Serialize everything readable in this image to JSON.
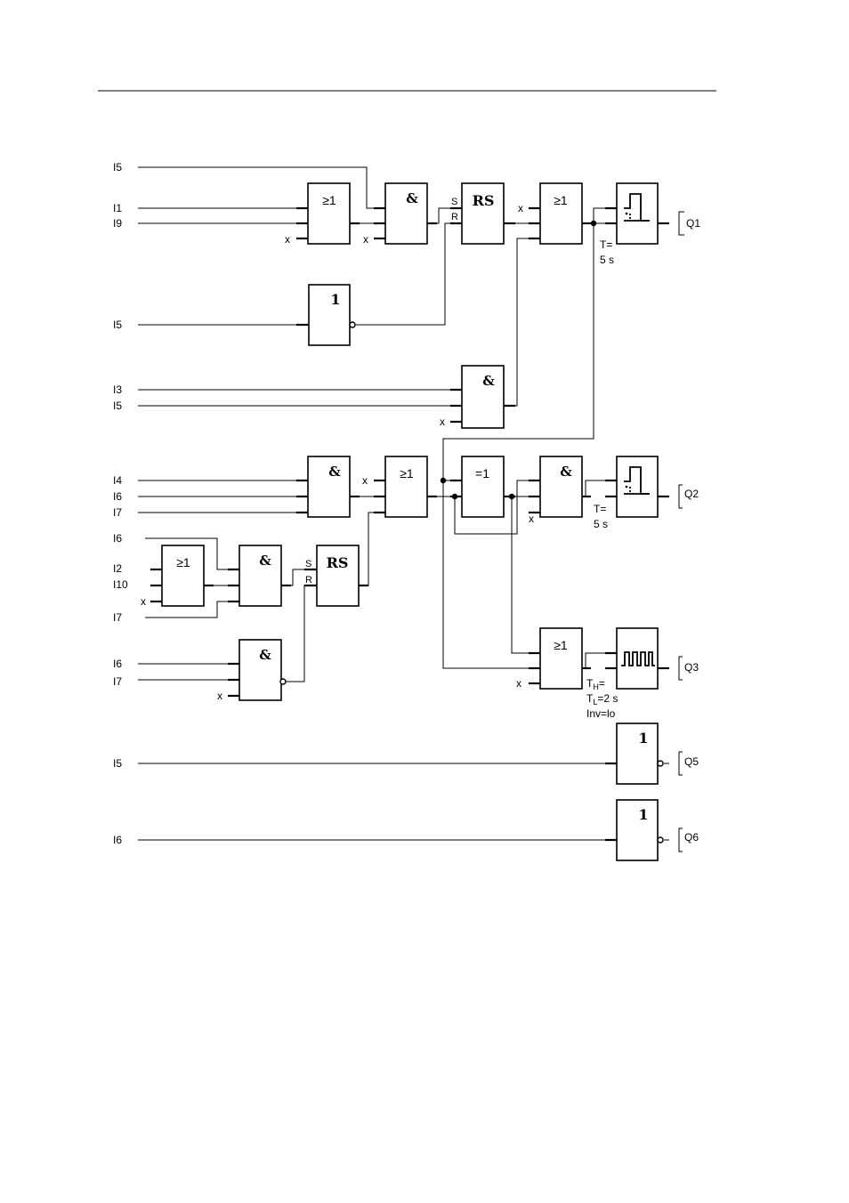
{
  "inputs": {
    "i5_top": "I5",
    "i1": "I1",
    "i9": "I9",
    "i5_not": "I5",
    "i3": "I3",
    "i5_and": "I5",
    "i4": "I4",
    "i6_a": "I6",
    "i7_a": "I7",
    "i6_b": "I6",
    "i2": "I2",
    "i10": "I10",
    "i7_b": "I7",
    "i6_c": "I6",
    "i7_c": "I7",
    "i5_q5": "I5",
    "i6_q6": "I6"
  },
  "outputs": {
    "q1": "Q1",
    "q2": "Q2",
    "q3": "Q3",
    "q5": "Q5",
    "q6": "Q6"
  },
  "symbols": {
    "or": "≥1",
    "and": "&",
    "not": "1",
    "rs": "RS",
    "xor": "=1",
    "set": "S",
    "reset": "R",
    "unused": "x"
  },
  "params": {
    "t1_a": "T=",
    "t1_b": "5 s",
    "t2_a": "T=",
    "t2_b": "5 s",
    "th_a": "T",
    "th_sub": "H",
    "th_eq": "=",
    "tl_a": "T",
    "tl_sub": "L",
    "tl_val": "=2 s",
    "inv": "Inv=lo"
  }
}
